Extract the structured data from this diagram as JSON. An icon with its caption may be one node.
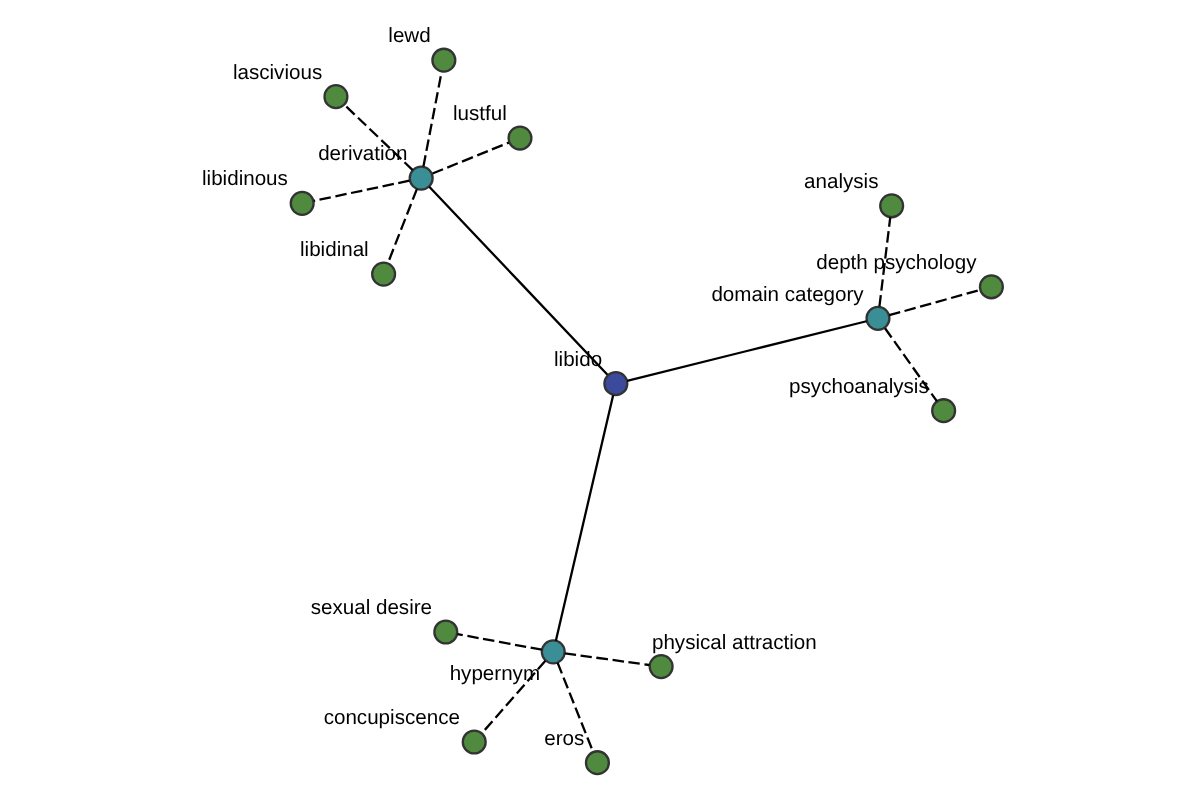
{
  "diagram": {
    "nodes": [
      {
        "text": [
          "libidinous"
        ]
      },
      {
        "text": [
          "lustful"
        ]
      },
      {
        "text": [
          "libidinal"
        ]
      },
      {
        "text": [
          "lewd"
        ]
      },
      {
        "text": [
          "derivation"
        ]
      },
      {
        "text": [
          "lascivious"
        ]
      },
      {
        "text": [
          "concupiscence"
        ]
      },
      {
        "text": [
          "libido"
        ]
      },
      {
        "text": [
          "hypernym"
        ]
      },
      {
        "text": [
          "eros"
        ]
      },
      {
        "text": [
          "physical attraction"
        ]
      },
      {
        "text": [
          "sexual desire"
        ]
      },
      {
        "text": [
          "domain category"
        ]
      },
      {
        "text": [
          "depth psychology"
        ]
      },
      {
        "text": [
          "analysis"
        ]
      },
      {
        "text": [
          "psychoanalysis"
        ]
      }
    ],
    "edges": [
      {
        "from": 7,
        "to": 4,
        "arrow": "none"
      },
      {
        "from": 7,
        "to": 8,
        "arrow": "none"
      },
      {
        "from": 7,
        "to": 12,
        "arrow": "none"
      },
      {
        "from": 4,
        "to": 0,
        "arrow": "none",
        "style": "dashed"
      },
      {
        "from": 4,
        "to": 1,
        "arrow": "none",
        "style": "dashed"
      },
      {
        "from": 4,
        "to": 2,
        "arrow": "none",
        "style": "dashed"
      },
      {
        "from": 4,
        "to": 3,
        "arrow": "none",
        "style": "dashed"
      },
      {
        "from": 4,
        "to": 5,
        "arrow": "none",
        "style": "dashed"
      },
      {
        "from": 8,
        "to": 6,
        "arrow": "none",
        "style": "dashed"
      },
      {
        "from": 8,
        "to": 9,
        "arrow": "none",
        "style": "dashed"
      },
      {
        "from": 8,
        "to": 10,
        "arrow": "none",
        "style": "dashed"
      },
      {
        "from": 8,
        "to": 11,
        "arrow": "none",
        "style": "dashed"
      },
      {
        "from": 12,
        "to": 13,
        "arrow": "none",
        "style": "dashed"
      },
      {
        "from": 12,
        "to": 14,
        "arrow": "none",
        "style": "dashed"
      },
      {
        "from": 12,
        "to": 15,
        "arrow": "none",
        "style": "dashed"
      }
    ]
  }
}
